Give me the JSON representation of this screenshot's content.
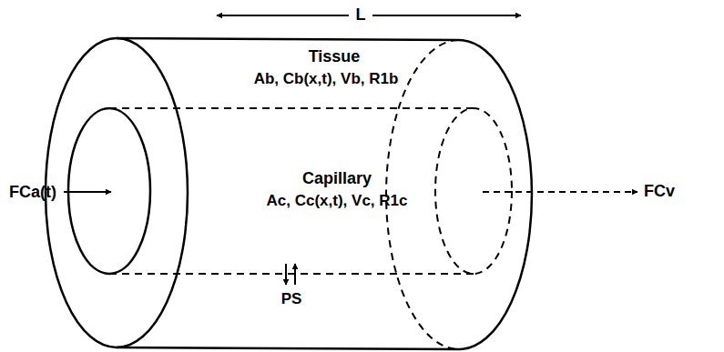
{
  "diagram": {
    "nodes": [
      {
        "text": [
          "Tissue",
          "Ab, Cb(x,t), Vb, R1b"
        ]
      },
      {
        "text": [
          "Capillary",
          "Ac, Cc(x,t), Vc, R1c"
        ],
        "in": 0
      }
    ],
    "labels": [
      "L",
      "FCa(t)",
      "FCv",
      "PS"
    ]
  }
}
